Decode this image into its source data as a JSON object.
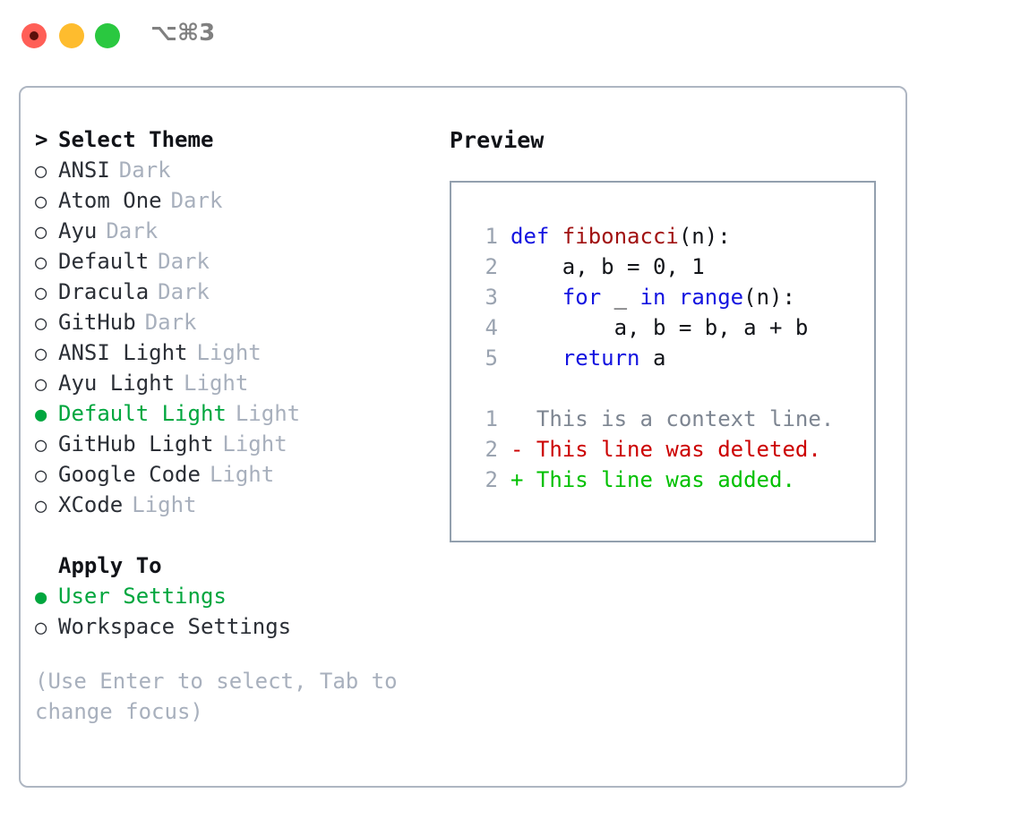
{
  "titlebar": {
    "shortcut": "⌥⌘3",
    "buttons": {
      "close": "close-button",
      "minimize": "minimize-button",
      "maximize": "maximize-button"
    }
  },
  "theme_picker": {
    "caret": ">",
    "heading": "Select Theme",
    "bullet_unselected": "○",
    "bullet_selected": "●",
    "items": [
      {
        "name": "ANSI",
        "tag": "Dark",
        "selected": false
      },
      {
        "name": "Atom One",
        "tag": "Dark",
        "selected": false
      },
      {
        "name": "Ayu",
        "tag": "Dark",
        "selected": false
      },
      {
        "name": "Default",
        "tag": "Dark",
        "selected": false
      },
      {
        "name": "Dracula",
        "tag": "Dark",
        "selected": false
      },
      {
        "name": "GitHub",
        "tag": "Dark",
        "selected": false
      },
      {
        "name": "ANSI Light",
        "tag": "Light",
        "selected": false
      },
      {
        "name": "Ayu Light",
        "tag": "Light",
        "selected": false
      },
      {
        "name": "Default Light",
        "tag": "Light",
        "selected": true
      },
      {
        "name": "GitHub Light",
        "tag": "Light",
        "selected": false
      },
      {
        "name": "Google Code",
        "tag": "Light",
        "selected": false
      },
      {
        "name": "XCode",
        "tag": "Light",
        "selected": false
      }
    ]
  },
  "apply_to": {
    "heading": "Apply To",
    "options": [
      {
        "label": "User Settings",
        "selected": true
      },
      {
        "label": "Workspace Settings",
        "selected": false
      }
    ]
  },
  "hint": "(Use Enter to select, Tab to change focus)",
  "preview": {
    "title": "Preview",
    "code_lines": [
      {
        "num": "1",
        "segments": [
          {
            "text": "def ",
            "style": "kw"
          },
          {
            "text": "fibonacci",
            "style": "fn"
          },
          {
            "text": "(n):",
            "style": "ctext"
          }
        ]
      },
      {
        "num": "2",
        "segments": [
          {
            "text": "    a, b = 0, 1",
            "style": "ctext"
          }
        ]
      },
      {
        "num": "3",
        "segments": [
          {
            "text": "    ",
            "style": "ctext"
          },
          {
            "text": "for",
            "style": "kw"
          },
          {
            "text": " _ ",
            "style": "ctext"
          },
          {
            "text": "in",
            "style": "kw"
          },
          {
            "text": " ",
            "style": "ctext"
          },
          {
            "text": "range",
            "style": "bi"
          },
          {
            "text": "(n):",
            "style": "ctext"
          }
        ]
      },
      {
        "num": "4",
        "segments": [
          {
            "text": "        a, b = b, a + b",
            "style": "ctext"
          }
        ]
      },
      {
        "num": "5",
        "segments": [
          {
            "text": "    ",
            "style": "ctext"
          },
          {
            "text": "return",
            "style": "kw"
          },
          {
            "text": " a",
            "style": "ctext"
          }
        ]
      }
    ],
    "diff_lines": [
      {
        "num": "1",
        "marker": "  ",
        "text": "This is a context line.",
        "kind": "context"
      },
      {
        "num": "2",
        "marker": "- ",
        "text": "This line was deleted.",
        "kind": "deleted"
      },
      {
        "num": "2",
        "marker": "+ ",
        "text": "This line was added.",
        "kind": "added"
      }
    ]
  },
  "colors": {
    "accent_green": "#00a63e",
    "diff_red": "#cc0000",
    "diff_green": "#00c000",
    "keyword_blue": "#1414e0",
    "function_red": "#a11212",
    "muted_gray": "#a8b0bd",
    "border_gray": "#aeb6c2",
    "preview_border": "#93a0ae",
    "traffic_red": "#ff5f57",
    "traffic_yellow": "#febc2e",
    "traffic_green": "#2ac840"
  }
}
